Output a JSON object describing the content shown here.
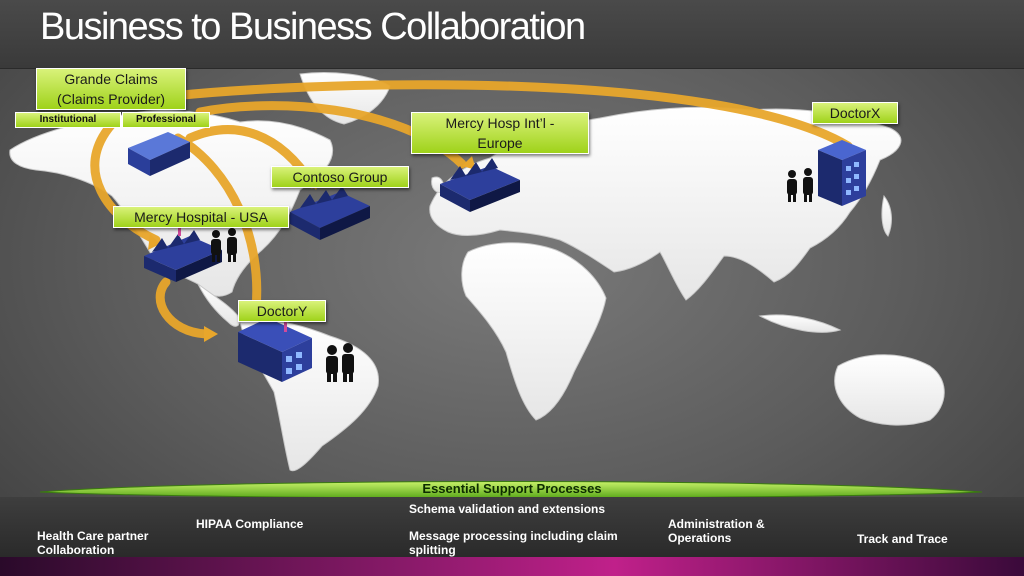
{
  "title": "Business to Business Collaboration",
  "callouts": {
    "grande_claims": "Grande Claims\n(Claims Provider)",
    "institutional": "Institutional",
    "professional": "Professional",
    "contoso": "Contoso Group",
    "mercy_usa": "Mercy Hospital - USA",
    "mercy_europe": "Mercy Hosp Int’l -\nEurope",
    "doctor_x": "DoctorX",
    "doctor_y": "DoctorY"
  },
  "support_bar": "Essential Support Processes",
  "footer": {
    "health_care": "Health Care partner\nCollaboration",
    "hipaa": "HIPAA Compliance",
    "schema": "Schema validation and extensions",
    "message": "Message processing including claim\nsplitting",
    "admin": "Administration &\nOperations",
    "track": "Track and Trace"
  },
  "colors": {
    "callout": "#b5e23b",
    "arrow": "#e8a62b",
    "support_bar": "#8cd62a",
    "building": "#1c2a6e"
  },
  "icons": [
    "building-icon",
    "factory-icon",
    "people-icon",
    "arrow-icon"
  ]
}
